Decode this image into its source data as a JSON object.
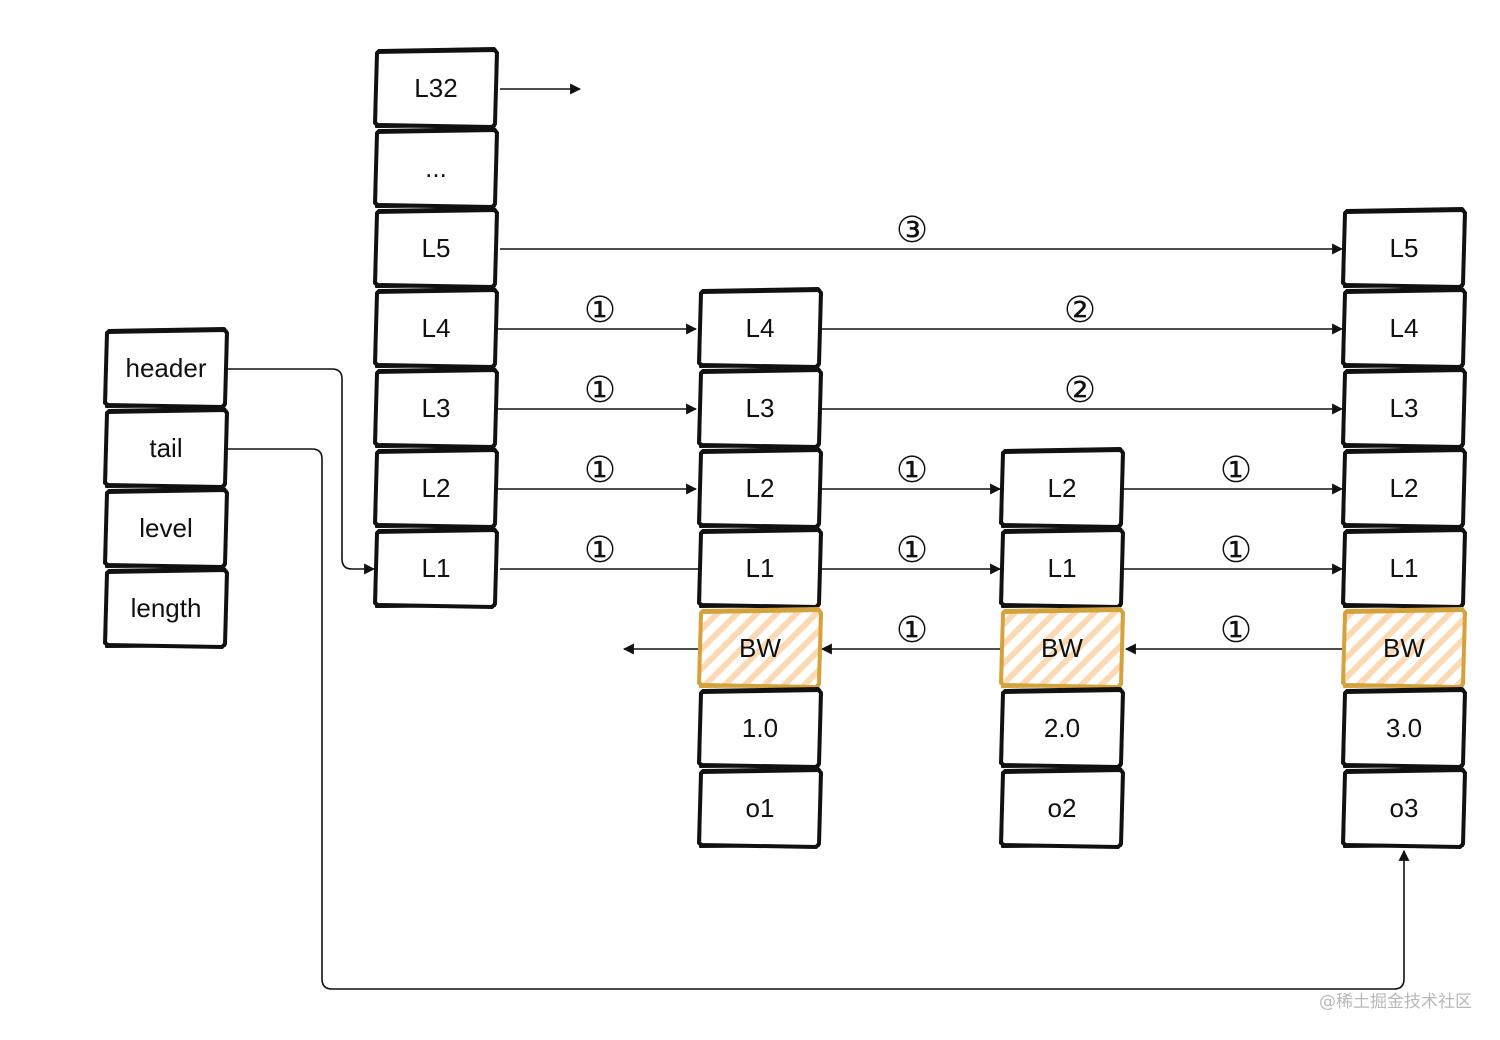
{
  "struct_fields": [
    "header",
    "tail",
    "level",
    "length"
  ],
  "header_levels": [
    "L32",
    "...",
    "L5",
    "L4",
    "L3",
    "L2",
    "L1"
  ],
  "node1": {
    "levels": [
      "L4",
      "L3",
      "L2",
      "L1"
    ],
    "backward": "BW",
    "score": "1.0",
    "member": "o1"
  },
  "node2": {
    "levels": [
      "L2",
      "L1"
    ],
    "backward": "BW",
    "score": "2.0",
    "member": "o2"
  },
  "node3": {
    "levels": [
      "L5",
      "L4",
      "L3",
      "L2",
      "L1"
    ],
    "backward": "BW",
    "score": "3.0",
    "member": "o3"
  },
  "steps": {
    "head_l5": "③",
    "head_l4": "①",
    "head_l3": "①",
    "head_l2": "①",
    "head_l1": "①",
    "n1_l4": "②",
    "n1_l3": "②",
    "n1_l2": "①",
    "n1_l1": "①",
    "n2_l2": "①",
    "n2_l1": "①",
    "bw_n2": "①",
    "bw_n3": "①"
  },
  "colors": {
    "stroke": "#111111",
    "backward_border": "#d4a23c",
    "backward_hatch": "#fbd9b4"
  },
  "watermark": "@稀土掘金技术社区"
}
